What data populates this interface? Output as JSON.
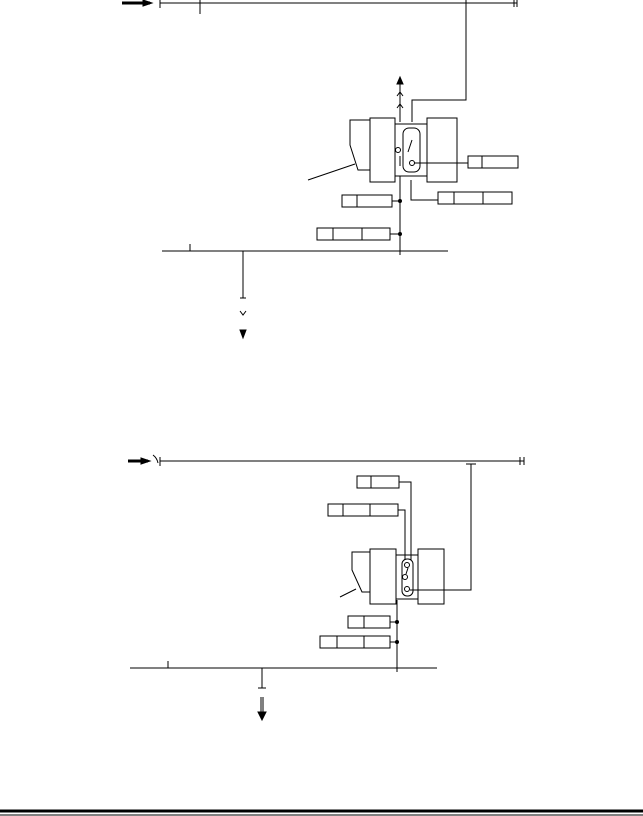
{
  "figures": [
    {
      "name": "upper-schematic",
      "label_boxes": [
        {
          "name": "single-cell-box",
          "cells": 2
        },
        {
          "name": "two-cell-box-left",
          "cells": 2
        },
        {
          "name": "three-cell-box-left",
          "cells": 3
        },
        {
          "name": "three-cell-box-right",
          "cells": 3
        }
      ]
    },
    {
      "name": "lower-schematic",
      "label_boxes": [
        {
          "name": "top-small-box",
          "cells": 2
        },
        {
          "name": "top-wide-box",
          "cells": 3
        },
        {
          "name": "lower-small-box",
          "cells": 2
        },
        {
          "name": "lower-wide-box",
          "cells": 3
        }
      ]
    }
  ],
  "colors": {
    "stroke": "#000000",
    "background": "#ffffff"
  }
}
